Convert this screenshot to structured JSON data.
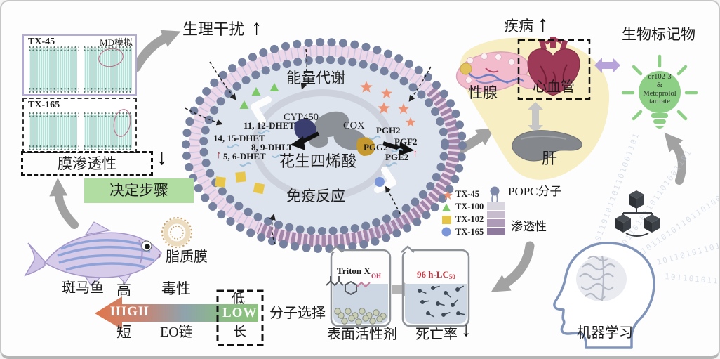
{
  "md_panels": {
    "panel1": {
      "label": "TX-45",
      "tag": "MD模拟"
    },
    "panel2": {
      "label": "TX-165"
    }
  },
  "membrane_permeability": {
    "label": "膜渗透性",
    "arrow": "↓"
  },
  "determining_step": {
    "label": "决定步骤"
  },
  "physiological_disturbance": {
    "label": "生理干扰",
    "arrow": "↑"
  },
  "cell": {
    "energy_metabolism": "能量代谢",
    "immune_response": "免疫反应",
    "arachidonic_acid": "花生四烯酸",
    "cyp450": "CYP450",
    "cox": "COX",
    "dhet_11_12": "11, 12-DHET",
    "dhet_14_15": "14, 15-DHET",
    "dhet_8_9": "8, 9-DHLT",
    "dhet_5_6": "5, 6-DHET",
    "dhet_up_arrow": "↑",
    "pgh2": "PGH2",
    "pgg2": "PGG2",
    "pgf2": "PGF2",
    "pge2": "PGE2",
    "pge2_up_arrow": "↑"
  },
  "organs": {
    "disease": {
      "label": "疾病",
      "arrow": "↑"
    },
    "gonad": "性腺",
    "cardiovascular": "心血管",
    "liver": "肝"
  },
  "biomarker": {
    "title": "生物标记物",
    "bulb_line1": "or102-3",
    "bulb_line2": "&",
    "bulb_line3": "Metoprolol",
    "bulb_line4": "tartrate"
  },
  "legend": {
    "items": [
      {
        "label": "TX-45"
      },
      {
        "label": "TX-100"
      },
      {
        "label": "TX-102"
      },
      {
        "label": "TX-165"
      }
    ],
    "popc": "POPC分子",
    "permeability": "渗透性"
  },
  "zebrafish_label": "斑马鱼",
  "lipid_membrane_label": "脂质膜",
  "gradient_arrow": {
    "high_cn": "高",
    "high_en": "HIGH",
    "short_cn": "短",
    "toxicity": "毒性",
    "eo_chain": "EO链",
    "low_cn": "低",
    "low_en": "LOW",
    "long_cn": "长"
  },
  "molecule_selection": "分子选择",
  "experiment": {
    "triton": "Triton X",
    "oh": "OH",
    "surfactant": "表面活性剂",
    "lc50_prefix": "96 h-LC",
    "lc50_sub": "50",
    "mortality": {
      "label": "死亡率",
      "arrow": "↓"
    }
  },
  "machine_learning": {
    "label": "机器学习",
    "binary": "10110101101101001101"
  },
  "colors": {
    "step_green": "#b2dda2",
    "bulb_green": "#8ccf85",
    "highlight_red": "#b5283a",
    "gradient_left_orange": "#e0764b",
    "gradient_right_green": "#8cc27f"
  }
}
